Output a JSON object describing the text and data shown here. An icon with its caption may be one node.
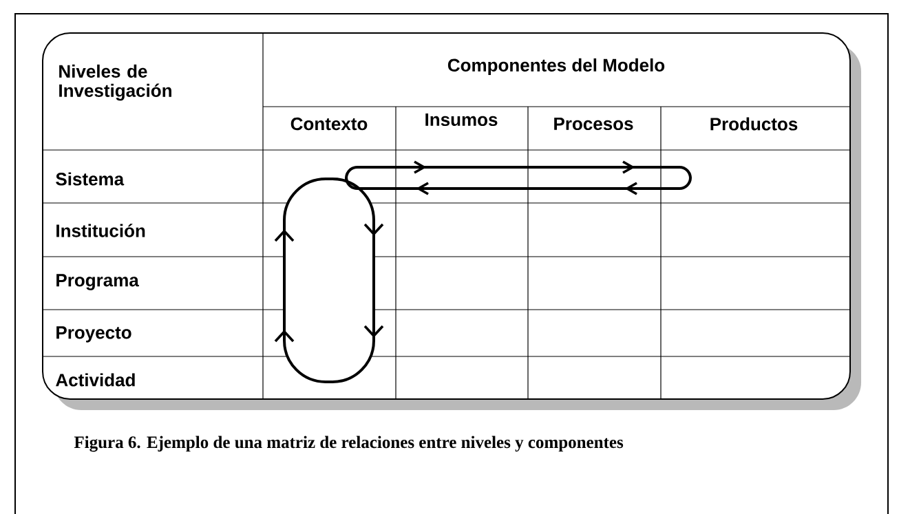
{
  "diagram": {
    "caption": "Figura 6. Ejemplo de una matriz de relaciones entre niveles y componentes",
    "labels": [
      "Niveles de Investigación",
      "Componentes del Modelo",
      "Contexto",
      "Insumos",
      "Procesos",
      "Productos",
      "Sistema",
      "Institución",
      "Programa",
      "Proyecto",
      "Actividad"
    ]
  }
}
